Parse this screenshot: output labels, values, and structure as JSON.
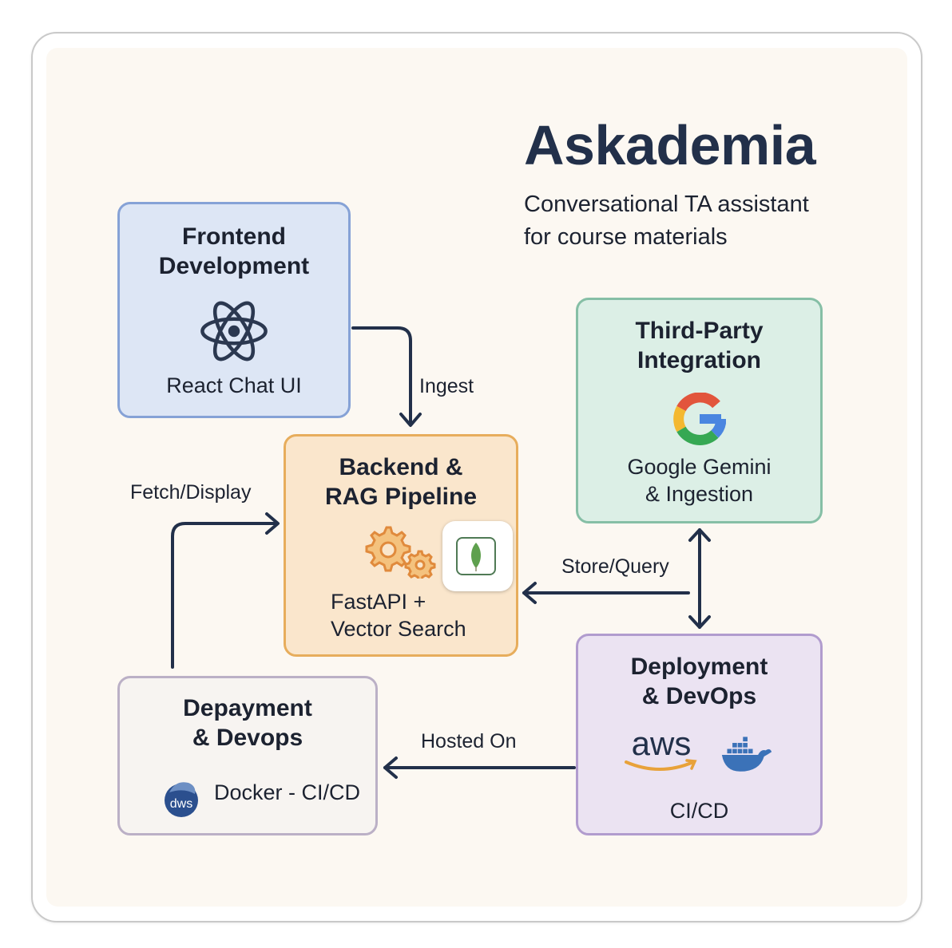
{
  "header": {
    "title": "Askademia",
    "subtitle_line1": "Conversational TA assistant",
    "subtitle_line2": "for course materials"
  },
  "colors": {
    "ink": "#22304a",
    "frontend": "#86a2d6",
    "backend": "#e7ad5c",
    "thirdparty": "#86bfa6",
    "devops": "#b19cce"
  },
  "nodes": {
    "frontend": {
      "title_line1": "Frontend",
      "title_line2": "Development",
      "icon": "react-icon",
      "label": "React Chat UI"
    },
    "backend": {
      "title_line1": "Backend &",
      "title_line2": "RAG Pipeline",
      "icons": [
        "gears-icon",
        "mongodb-icon"
      ],
      "label_line1": "FastAPI +",
      "label_line2": "Vector Search"
    },
    "thirdparty": {
      "title_line1": "Third-Party",
      "title_line2": "Integration",
      "icon": "google-icon",
      "label_line1": "Google Gemini",
      "label_line2": "& Ingestion"
    },
    "deploy_right": {
      "title_line1": "Deployment",
      "title_line2": "& DevOps",
      "icons": [
        "aws-icon",
        "docker-icon"
      ],
      "aws_text": "aws",
      "label": "CI/CD"
    },
    "deploy_left": {
      "title_line1": "Depayment",
      "title_line2": "& Devops",
      "icon": "dws-icon",
      "icon_text": "dws",
      "label": "Docker - CI/CD"
    }
  },
  "edges": [
    {
      "from": "frontend",
      "to": "backend",
      "label": "Ingest"
    },
    {
      "from": "deploy_left",
      "to": "backend",
      "label": "Fetch/Display"
    },
    {
      "from": "thirdparty",
      "to": "backend",
      "label": "Store/Query"
    },
    {
      "from": "thirdparty",
      "to": "deploy_right",
      "label": ""
    },
    {
      "from": "deploy_right",
      "to": "deploy_left",
      "label": "Hosted On"
    }
  ]
}
